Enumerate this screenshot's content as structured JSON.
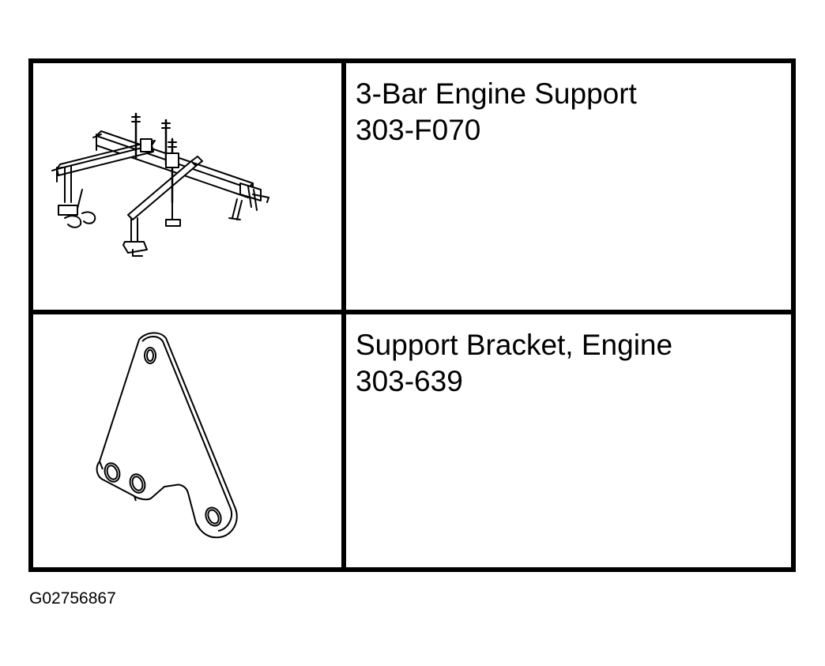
{
  "tools": [
    {
      "name": "3-Bar Engine Support",
      "number": "303-F070",
      "illustration": "three-bar-engine-support-illustration"
    },
    {
      "name": "Support Bracket, Engine",
      "number": "303-639",
      "illustration": "engine-support-bracket-illustration"
    }
  ],
  "figure_id": "G02756867"
}
